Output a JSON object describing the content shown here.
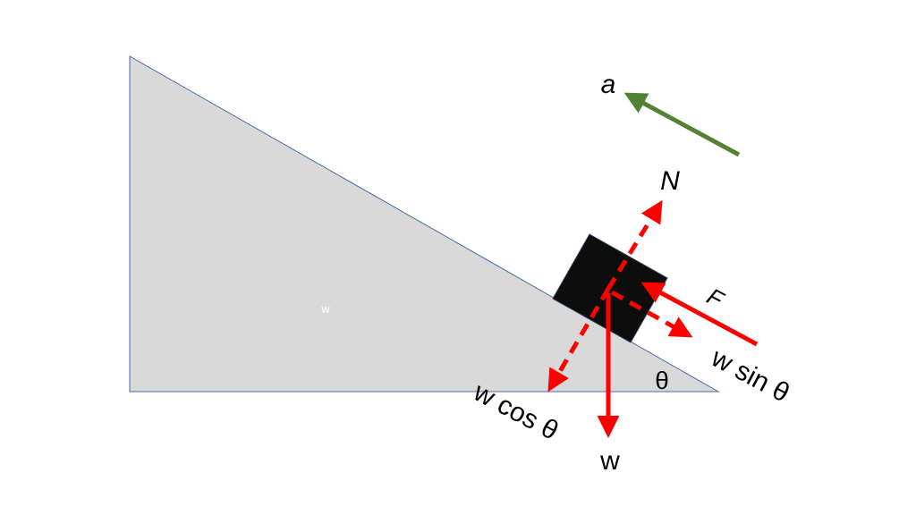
{
  "colors": {
    "background": "#ffffff",
    "incline_fill": "#d9d9d9",
    "incline_stroke": "#4a6da7",
    "block_fill": "#0d0d0d",
    "force": "#ff0000",
    "acceleration": "#548235",
    "text": "#000000",
    "small_text": "#ffffff"
  },
  "labels": {
    "acceleration": "a",
    "normal_force": "N",
    "friction": "F",
    "parallel_component": "w sin θ",
    "perpendicular_component": "w cos θ",
    "weight": "w",
    "angle": "θ",
    "incline_mark": "w"
  }
}
